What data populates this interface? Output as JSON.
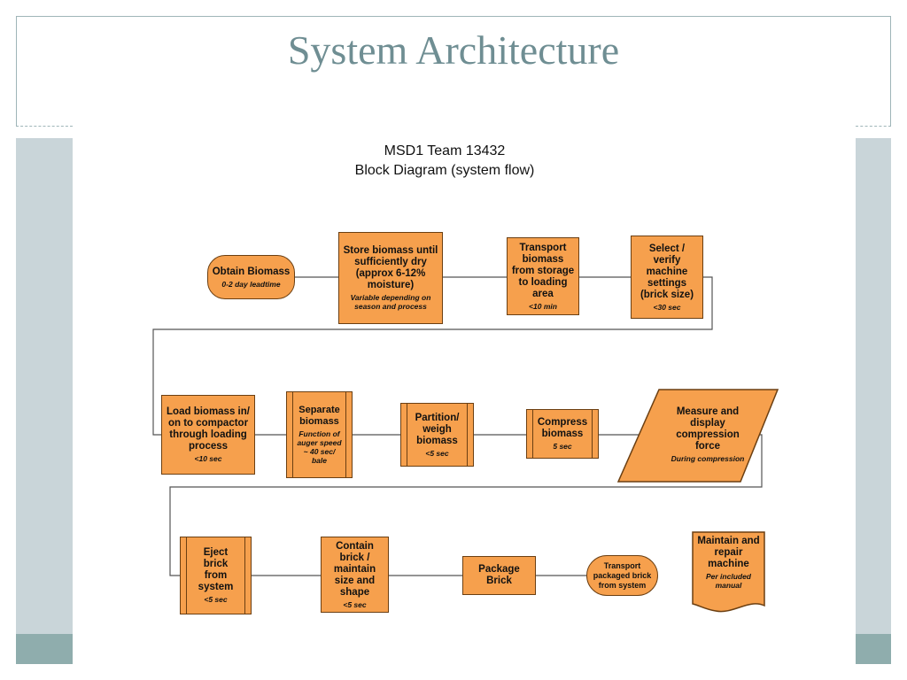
{
  "slide": {
    "title": "System Architecture"
  },
  "diagram": {
    "title_line1": "MSD1 Team 13432",
    "title_line2": "Block Diagram (system flow)",
    "nodes": {
      "obtain": {
        "label": "Obtain Biomass",
        "sub": "0-2 day leadtime"
      },
      "store": {
        "label": "Store biomass until sufficiently dry (approx 6-12% moisture)",
        "sub": "Variable depending on season and process"
      },
      "transport": {
        "label": "Transport biomass from storage to loading area",
        "sub": "<10 min"
      },
      "select": {
        "label": "Select / verify machine settings (brick size)",
        "sub": "<30 sec"
      },
      "load": {
        "label": "Load biomass in/ on to compactor through loading process",
        "sub": "<10 sec"
      },
      "separate": {
        "label": "Separate biomass",
        "sub": "Function of auger speed ~ 40 sec/ bale"
      },
      "partition": {
        "label": "Partition/ weigh biomass",
        "sub": "<5 sec"
      },
      "compress": {
        "label": "Compress biomass",
        "sub": "5 sec"
      },
      "measure": {
        "label": "Measure and display compression force",
        "sub": "During compression"
      },
      "eject": {
        "label": "Eject brick from system",
        "sub": "<5 sec"
      },
      "contain": {
        "label": "Contain brick / maintain size and shape",
        "sub": "<5 sec"
      },
      "package": {
        "label": "Package Brick"
      },
      "transport_brick": {
        "label": "Transport packaged brick from system"
      },
      "maintain": {
        "label": "Maintain and repair machine",
        "sub": "Per included manual"
      }
    }
  },
  "colors": {
    "node_fill": "#f6a04d",
    "node_border": "#6b3f12",
    "title": "#6f8e93",
    "side_bar": "#c9d5d9",
    "side_bar_dark": "#8fadad"
  }
}
